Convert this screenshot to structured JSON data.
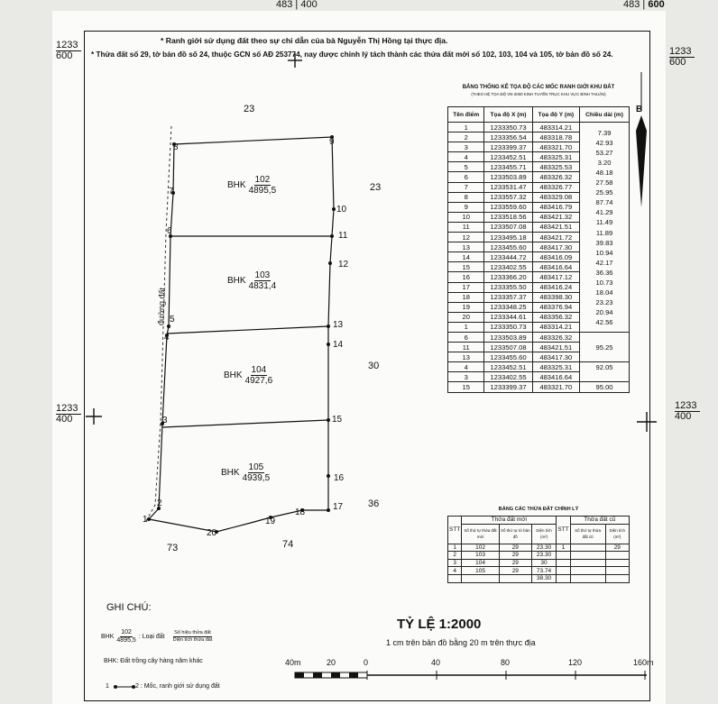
{
  "grid_labels": {
    "top_left": "483",
    "top_left_b": "400",
    "top_right": "483",
    "top_right_b": "600",
    "left_mid": "1233",
    "left_mid_b": "600",
    "right_mid": "1233",
    "right_mid_b": "600",
    "left_low": "1233",
    "left_low_b": "400",
    "right_low": "1233",
    "right_low_b": "400"
  },
  "notes": {
    "line1": "* Ranh giới sử dụng đất theo sự chỉ dẫn của bà Nguyễn Thị Hồng tại thực địa.",
    "line2": "* Thửa đất số 29, tờ bản đồ số 24, thuộc GCN số AĐ 253774, nay được chỉnh lý tách thành các thửa đất mới số 102, 103, 104 và 105, tờ bản đồ số 24."
  },
  "map": {
    "road_label": "đường đất",
    "north": "B",
    "neighbors": [
      "23",
      "23",
      "30",
      "36",
      "73",
      "74"
    ],
    "points": [
      "1",
      "2",
      "3",
      "4",
      "5",
      "6",
      "7",
      "8",
      "9",
      "10",
      "11",
      "12",
      "13",
      "14",
      "15",
      "16",
      "17",
      "18",
      "19",
      "20"
    ],
    "parcels": [
      {
        "code": "BHK",
        "num": "102",
        "area": "4895,5"
      },
      {
        "code": "BHK",
        "num": "103",
        "area": "4831,4"
      },
      {
        "code": "BHK",
        "num": "104",
        "area": "4927,6"
      },
      {
        "code": "BHK",
        "num": "105",
        "area": "4939,5"
      }
    ]
  },
  "coord_table": {
    "title": "BẢNG THỐNG KÊ TỌA ĐỘ CÁC MỐC RANH GIỚI KHU ĐẤT",
    "subtitle": "(THEO HỆ TỌA ĐỘ VN-2000 KINH TUYẾN TRỤC KHU VỰC BÌNH THUẬN)",
    "headers": [
      "Tên điểm",
      "Tọa độ X (m)",
      "Tọa độ Y (m)",
      "Chiều dài (m)"
    ],
    "rows": [
      [
        "1",
        "1233350.73",
        "483314.21"
      ],
      [
        "2",
        "1233356.54",
        "483318.78"
      ],
      [
        "3",
        "1233399.37",
        "483321.70"
      ],
      [
        "4",
        "1233452.51",
        "483325.31"
      ],
      [
        "5",
        "1233455.71",
        "483325.53"
      ],
      [
        "6",
        "1233503.89",
        "483326.32"
      ],
      [
        "7",
        "1233531.47",
        "483326.77"
      ],
      [
        "8",
        "1233557.32",
        "483329.08"
      ],
      [
        "9",
        "1233559.60",
        "483416.79"
      ],
      [
        "10",
        "1233518.56",
        "483421.32"
      ],
      [
        "11",
        "1233507.08",
        "483421.51"
      ],
      [
        "12",
        "1233495.18",
        "483421.72"
      ],
      [
        "13",
        "1233455.60",
        "483417.30"
      ],
      [
        "14",
        "1233444.72",
        "483416.09"
      ],
      [
        "15",
        "1233402.55",
        "483416.64"
      ],
      [
        "16",
        "1233366.20",
        "483417.12"
      ],
      [
        "17",
        "1233355.50",
        "483416.24"
      ],
      [
        "18",
        "1233357.37",
        "483398.30"
      ],
      [
        "19",
        "1233348.25",
        "483376.94"
      ],
      [
        "20",
        "1233344.61",
        "483356.32"
      ],
      [
        "1",
        "1233350.73",
        "483314.21"
      ],
      [
        "6",
        "1233503.89",
        "483326.32"
      ],
      [
        "11",
        "1233507.08",
        "483421.51"
      ],
      [
        "13",
        "1233455.60",
        "483417.30"
      ],
      [
        "4",
        "1233452.51",
        "483325.31"
      ],
      [
        "3",
        "1233402.55",
        "483416.64"
      ],
      [
        "15",
        "1233399.37",
        "483321.70"
      ]
    ],
    "lengths": [
      "7.39",
      "42.93",
      "53.27",
      "3.20",
      "48.18",
      "27.58",
      "25.95",
      "87.74",
      "41.29",
      "11.49",
      "11.89",
      "39.83",
      "10.94",
      "42.17",
      "36.36",
      "10.73",
      "18.04",
      "23.23",
      "20.94",
      "42.56"
    ],
    "group_lengths": [
      "95.25",
      "92.05",
      "95.00"
    ]
  },
  "parcel_table": {
    "title": "BẢNG CÁC THỬA ĐẤT CHỈNH LÝ",
    "new_head": "Thửa đất mới",
    "old_head": "Thửa đất cũ",
    "stt": "STT",
    "col_a": "Số thứ tự thửa đất mới",
    "col_b": "Số thứ tự tờ bản đồ",
    "col_c": "Diện tích (m²)",
    "col_d": "Số thứ tự thửa đất cũ",
    "col_e": "Diện tích (m²)",
    "rows": [
      [
        "1",
        "102",
        "29",
        "23.30"
      ],
      [
        "2",
        "103",
        "29",
        "23.30"
      ],
      [
        "3",
        "104",
        "29",
        "30"
      ],
      [
        "4",
        "105",
        "29",
        "73.74"
      ]
    ],
    "total": "38.30",
    "old_row": [
      "1",
      "29"
    ]
  },
  "scale": {
    "title": "TỶ LỆ 1:2000",
    "sub": "1 cm trên bản đồ bằng 20 m trên thực địa",
    "ticks": [
      "40m",
      "20",
      "0",
      "40",
      "80",
      "120",
      "160m"
    ]
  },
  "legend": {
    "title": "GHI CHÚ:",
    "bhk": "BHK",
    "num": "102",
    "area": "4895,5",
    "loai": ": Loại đất",
    "so_hieu": "Số hiệu thửa đất",
    "dien_tich": "Diện tích thửa đất",
    "bhk_desc": "BHK: Đất trồng cây hàng năm khác",
    "line_desc": "2 : Mốc, ranh giới sử dụng đất",
    "p1": "1",
    "p2": "2"
  }
}
